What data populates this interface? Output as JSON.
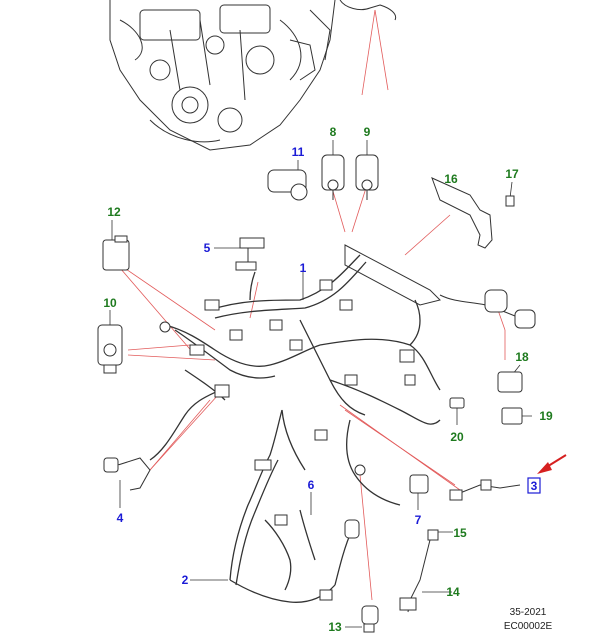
{
  "colors": {
    "blue_callout": "#1b1bd6",
    "green_callout": "#1e7a1e",
    "leader_red": "#e25b5b",
    "arrow_red": "#d62020",
    "line": "#333333"
  },
  "callouts": {
    "c1": "1",
    "c2": "2",
    "c3": "3",
    "c4": "4",
    "c5": "5",
    "c6": "6",
    "c7": "7",
    "c8": "8",
    "c9": "9",
    "c10": "10",
    "c11": "11",
    "c12": "12",
    "c13": "13",
    "c14": "14",
    "c15": "15",
    "c16": "16",
    "c17": "17",
    "c18": "18",
    "c19": "19",
    "c20": "20"
  },
  "reference": {
    "year": "35-2021",
    "code": "EC00002E"
  },
  "icons": {
    "pointer": "red-arrow-icon",
    "engine": "engine-block-illustration"
  }
}
